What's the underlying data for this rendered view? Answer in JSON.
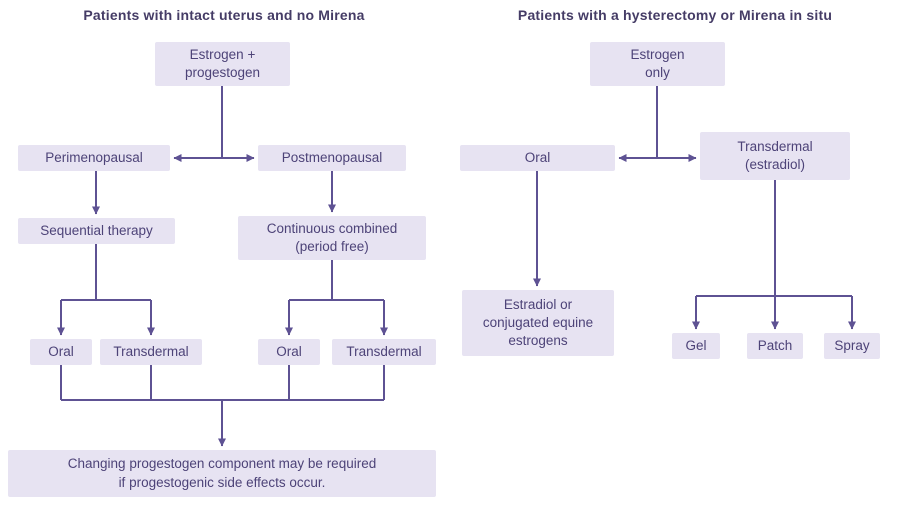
{
  "colors": {
    "box_fill": "#e7e3f2",
    "text": "#4d4378",
    "arrow": "#5e5293",
    "title": "#453c66",
    "background": "#ffffff"
  },
  "left": {
    "title": "Patients with intact uterus and no Mirena",
    "nodes": {
      "root": "Estrogen +\nprogestogen",
      "peri": "Perimenopausal",
      "post": "Postmenopausal",
      "sequential": "Sequential therapy",
      "continuous": "Continuous combined\n(period free)",
      "oral_seq": "Oral",
      "transdermal_seq": "Transdermal",
      "oral_cont": "Oral",
      "transdermal_cont": "Transdermal",
      "note": "Changing progestogen component may be required\nif progestogenic side effects occur."
    }
  },
  "right": {
    "title": "Patients with a hysterectomy or Mirena in situ",
    "nodes": {
      "root": "Estrogen\nonly",
      "oral": "Oral",
      "transdermal": "Transdermal\n(estradiol)",
      "estradiol": "Estradiol or\nconjugated equine\nestrogens",
      "gel": "Gel",
      "patch": "Patch",
      "spray": "Spray"
    }
  }
}
